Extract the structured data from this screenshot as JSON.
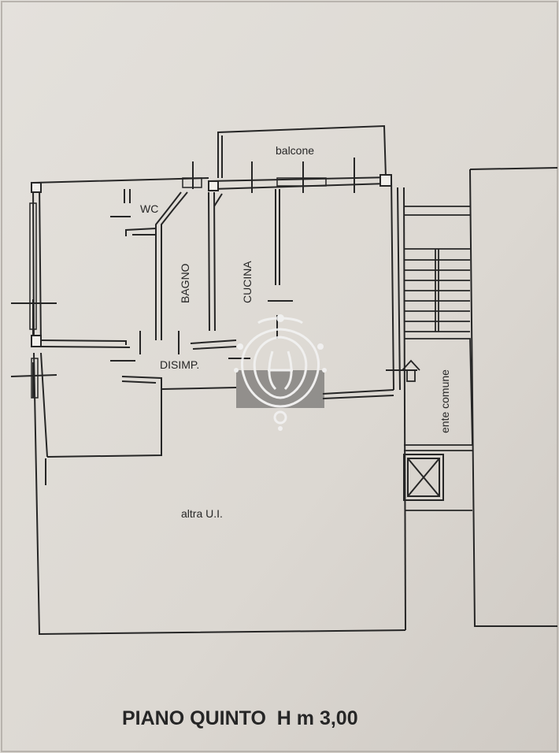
{
  "plan": {
    "rooms": {
      "balcony": "balcone",
      "wc": "WC",
      "bathroom": "BAGNO",
      "kitchen": "CUCINA",
      "hallway": "DISIMP.",
      "other_unit": "altra U.I.",
      "common_area": "ente comune"
    },
    "floor_title": "PIANO QUINTO  H m 3,00",
    "colors": {
      "paper": "#ddd9d4",
      "ink": "#262626"
    }
  }
}
